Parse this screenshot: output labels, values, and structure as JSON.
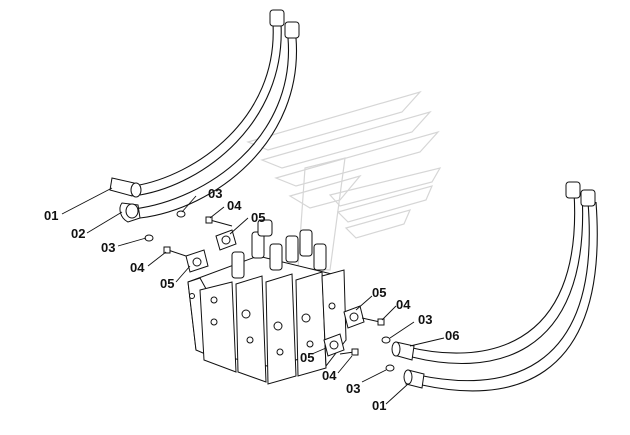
{
  "callouts": {
    "c01_left": "01",
    "c02": "02",
    "c03_upper": "03",
    "c04_upper": "04",
    "c05_upper": "05",
    "c03_left": "03",
    "c04_left": "04",
    "c05_left": "05",
    "c05_right": "05",
    "c04_right": "04",
    "c03_right": "03",
    "c06": "06",
    "c05_bottom": "05",
    "c04_bottom": "04",
    "c03_bottom": "03",
    "c01_bottom": "01"
  },
  "icons": {
    "watermark": "chevron-logo-watermark",
    "valve": "control-valve-block",
    "hose": "hydraulic-hose",
    "flange": "split-flange",
    "bolt": "bolt",
    "oring": "o-ring"
  }
}
